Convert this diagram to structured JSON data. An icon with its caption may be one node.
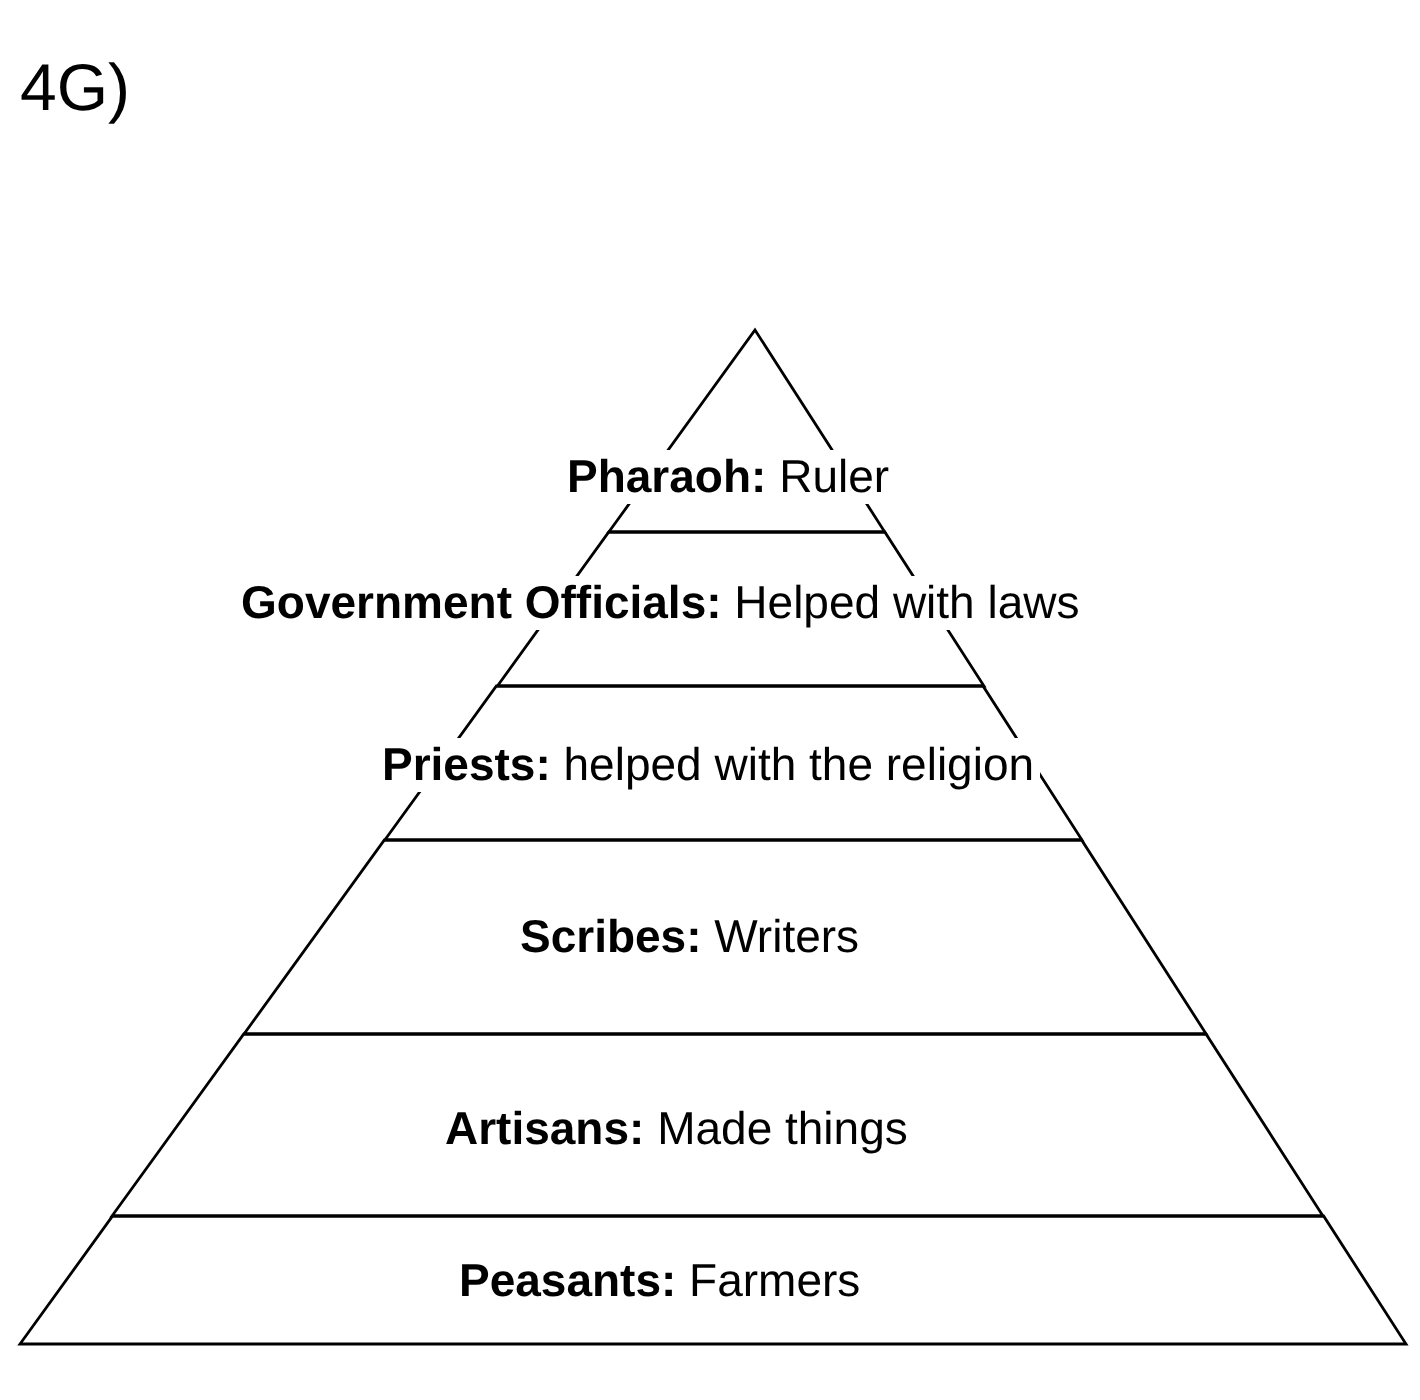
{
  "diagram": {
    "title": "4G)",
    "nodes": [
      {
        "text": [
          "**Pharaoh:** Ruler"
        ]
      },
      {
        "text": [
          "**Government Officials:** Helped with laws"
        ]
      },
      {
        "text": [
          "**Priests:** helped with the religion"
        ]
      },
      {
        "text": [
          "**Scribes:** Writers"
        ]
      },
      {
        "text": [
          "**Artisans:** Made things"
        ]
      },
      {
        "text": [
          "**Peasants:** Farmers"
        ]
      }
    ]
  }
}
